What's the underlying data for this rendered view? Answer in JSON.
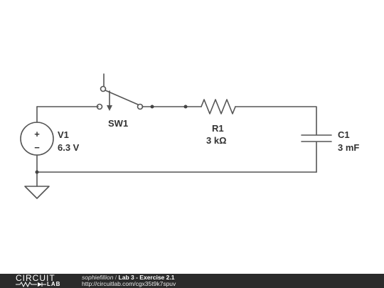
{
  "schematic": {
    "source": {
      "name": "V1",
      "value": "6.3 V",
      "plus": "+",
      "minus": "−"
    },
    "switch": {
      "name": "SW1"
    },
    "resistor": {
      "name": "R1",
      "value": "3 kΩ"
    },
    "capacitor": {
      "name": "C1",
      "value": "3 mF"
    }
  },
  "footer": {
    "logo_top": "CIRCUIT",
    "logo_bottom": "LAB",
    "author": "sophiefillion",
    "separator": "/",
    "title": "Lab 3 - Exercise 2.1",
    "url": "http://circuitlab.com/cgx35t9k7spuv"
  }
}
